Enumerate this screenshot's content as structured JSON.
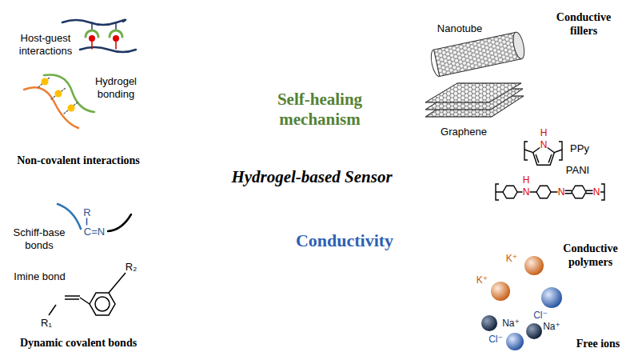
{
  "diagram": {
    "nodes": [
      {
        "text": [
          "Host-guest interactions",
          "Hydrogel bonding",
          "Non-covalent interactions"
        ]
      },
      {
        "text": [
          "Schiff-base bonds",
          "Imine bond",
          "Dynamic covalent bonds"
        ]
      },
      {
        "text": [
          "Self-healing mechanism",
          "Hydrogel-based Sensor",
          "Conductivity"
        ]
      },
      {
        "text": [
          "Nanotube",
          "Graphene",
          "Conductive fillers"
        ]
      },
      {
        "text": [
          "PPy",
          "PANI",
          "Conductive polymers"
        ]
      },
      {
        "text": [
          "Free ions"
        ]
      }
    ],
    "labels": [
      "R",
      "C=N",
      "R₁",
      "R₂",
      "H",
      "N",
      "H",
      "N",
      "N",
      "N",
      "K⁺",
      "K⁺",
      "Cl⁻",
      "Cl⁻",
      "Na⁺",
      "Na⁺"
    ]
  }
}
